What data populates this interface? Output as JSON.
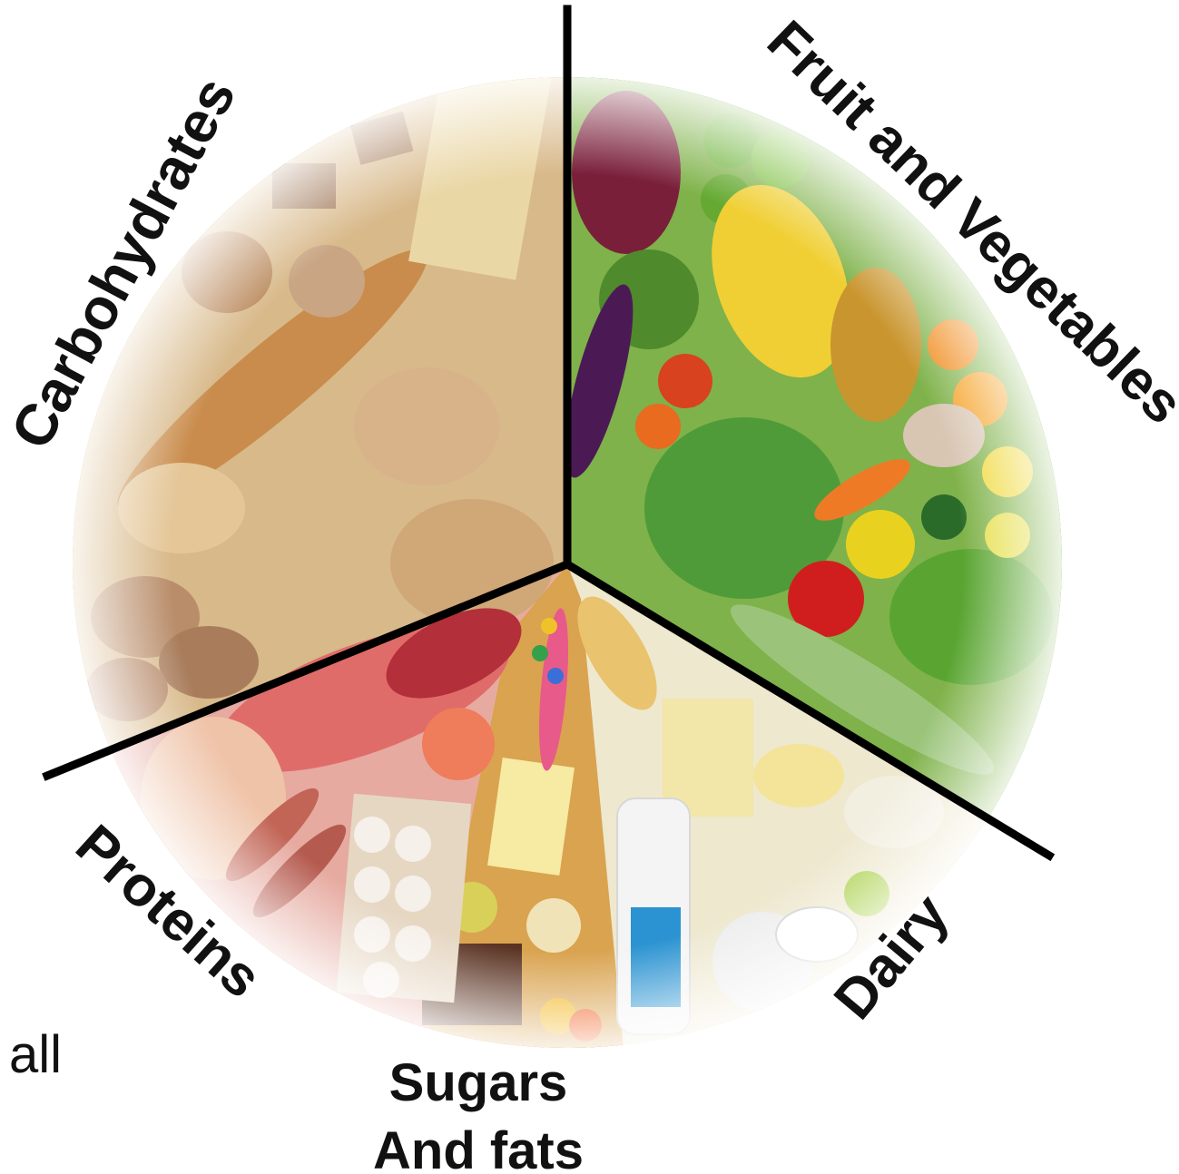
{
  "diagram": {
    "segments": [
      {
        "name": "carbohydrates",
        "label": "Carbohydrates",
        "color": "#d8b98a"
      },
      {
        "name": "fruit-and-vegetables",
        "label": "Fruit and Vegetables",
        "color": "#7fb24a"
      },
      {
        "name": "dairy",
        "label": "Dairy",
        "color": "#eee8cf"
      },
      {
        "name": "sugars-and-fats",
        "label_line1": "Sugars",
        "label_line2": "And fats",
        "color": "#d9a34f"
      },
      {
        "name": "proteins",
        "label": "Proteins",
        "color": "#e6aaa0"
      }
    ],
    "stray_text": "all"
  }
}
